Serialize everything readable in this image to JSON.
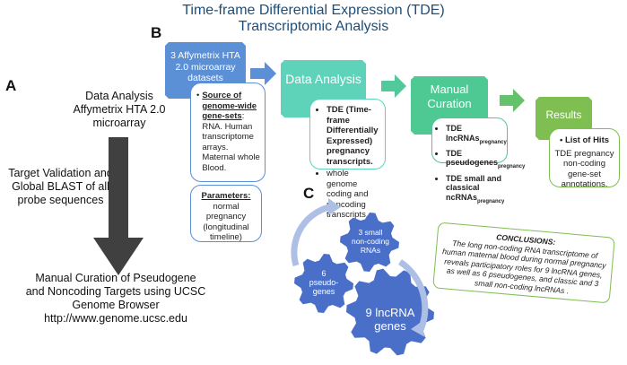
{
  "title": {
    "line1": "Time-frame Differential Expression (TDE)",
    "line2": "Transcriptomic Analysis"
  },
  "panel_a": {
    "letter": "A",
    "step1": [
      "Data Analysis",
      "Affymetrix HTA 2.0",
      "microarray"
    ],
    "step2": [
      "Target Validation and",
      "Global BLAST of all",
      "probe sequences"
    ],
    "step3": [
      "Manual Curation of Pseudogene",
      "and Noncoding Targets using UCSC",
      "Genome Browser",
      "http://www.genome.ucsc.edu"
    ]
  },
  "panel_b": {
    "letter": "B",
    "stage1": [
      "3 Affymetrix HTA",
      "2.0 microarray",
      "datasets"
    ],
    "stage2": "Data Analysis",
    "stage3": [
      "Manual",
      "Curation"
    ],
    "stage4": "Results",
    "source_box": {
      "bold": [
        "Source of",
        "genome-wide",
        "gene-sets"
      ],
      "rest": ": RNA. Human transcriptome arrays. Maternal whole Blood."
    },
    "params_box": {
      "heading": "Parameters:",
      "lines": [
        "normal pregnancy",
        "(longitudinal",
        "timeline)"
      ]
    },
    "analysis_box": {
      "item1_bold": "TDE (Time-frame Differentially Expressed) pregnancy transcripts.",
      "item2": "whole genome coding and noncoding transcripts."
    },
    "curation_box": {
      "items": [
        {
          "text": "TDE lncRNAs",
          "sub": "pregnancy"
        },
        {
          "text": "TDE pseudogenes",
          "sub": "pregnancy"
        },
        {
          "text": "TDE small and classical ncRNAs",
          "sub": "pregnancy"
        }
      ]
    },
    "results_box": {
      "item1": "List of Hits",
      "text": "TDE pregnancy non-coding gene-set annotations."
    }
  },
  "panel_c": {
    "letter": "C",
    "gear_small": [
      "3 small",
      "non-coding",
      "RNAs"
    ],
    "gear_mid": [
      "6",
      "pseudo-",
      "genes"
    ],
    "gear_large": [
      "9 lncRNA",
      "genes"
    ],
    "conclusions_title": "CONCLUSIONS:",
    "conclusions_text": "The long non-coding RNA transcriptome of human maternal blood during normal pregnancy reveals participatory roles for 9 lncRNA genes, as well as 6 pseudogenes, and classic and 3 small non-coding lncRNAs ."
  },
  "colors": {
    "title": "#1f4e79",
    "stage1": "#5b8fd6",
    "stage2": "#5fd3ba",
    "stage3": "#4ec994",
    "stage4": "#7fbf52",
    "gear": "#4a6fc9",
    "arrow_dark": "#404040"
  }
}
